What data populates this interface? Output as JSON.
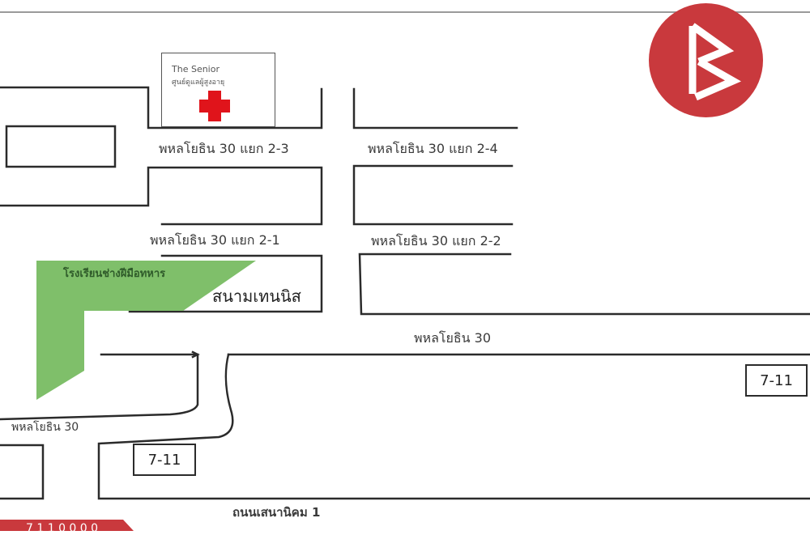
{
  "map": {
    "roads": [
      {
        "name": "พหลโยธิน 30 แยก 2-3"
      },
      {
        "name": "พหลโยธิน 30 แยก 2-4"
      },
      {
        "name": "พหลโยธิน 30 แยก 2-1"
      },
      {
        "name": "พหลโยธิน 30 แยก 2-2"
      },
      {
        "name": "พหลโยธิน 30"
      },
      {
        "name": "พหลโยธิน 30"
      },
      {
        "name": "ถนนเสนานิคม 1"
      }
    ],
    "places": {
      "senior_center_name": "The Senior",
      "senior_center_subtitle": "ศูนย์ดูแลผู้สูงอายุ",
      "school": "โรงเรียนช่างฝีมือทหาร",
      "tennis_court": "สนามเทนนิส"
    },
    "shops": [
      {
        "label": "7-11"
      },
      {
        "label": "7-11"
      }
    ],
    "colors": {
      "park_green": "#7fbf6a",
      "hospital_cross_red": "#e0141b",
      "logo_red": "#c9393d",
      "road_line": "#2b2b2b"
    },
    "icons": [
      "hospital-cross-icon",
      "brand-logo-icon"
    ],
    "badge_text": "7 1 1 0 0 0 0"
  }
}
